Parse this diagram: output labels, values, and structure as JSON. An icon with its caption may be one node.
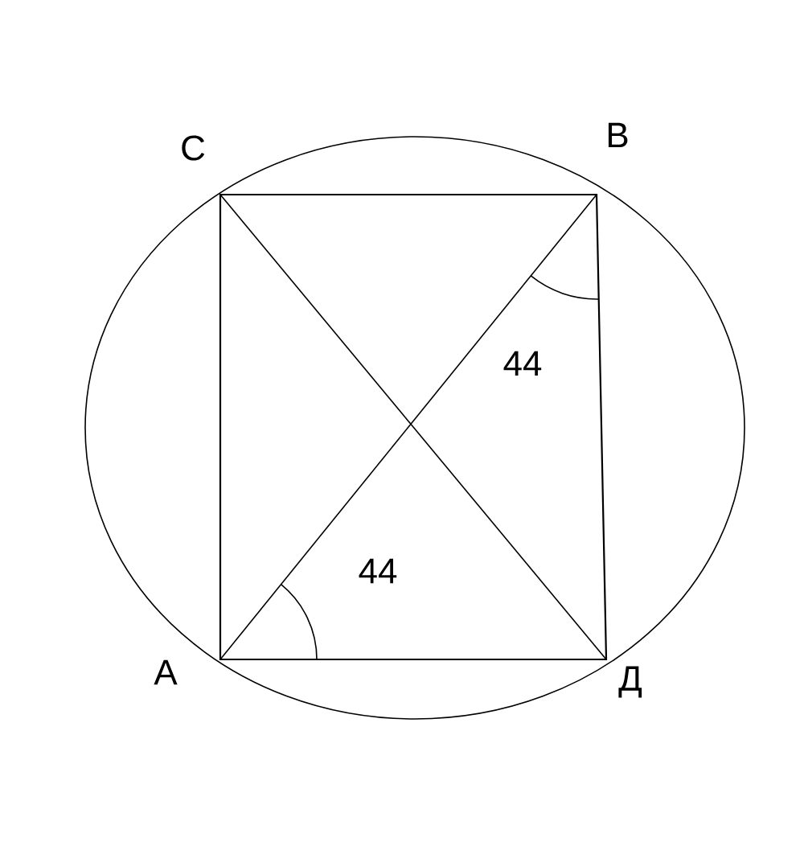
{
  "diagram": {
    "labels": [
      "C",
      "B",
      "A",
      "Д",
      "44",
      "44"
    ]
  }
}
